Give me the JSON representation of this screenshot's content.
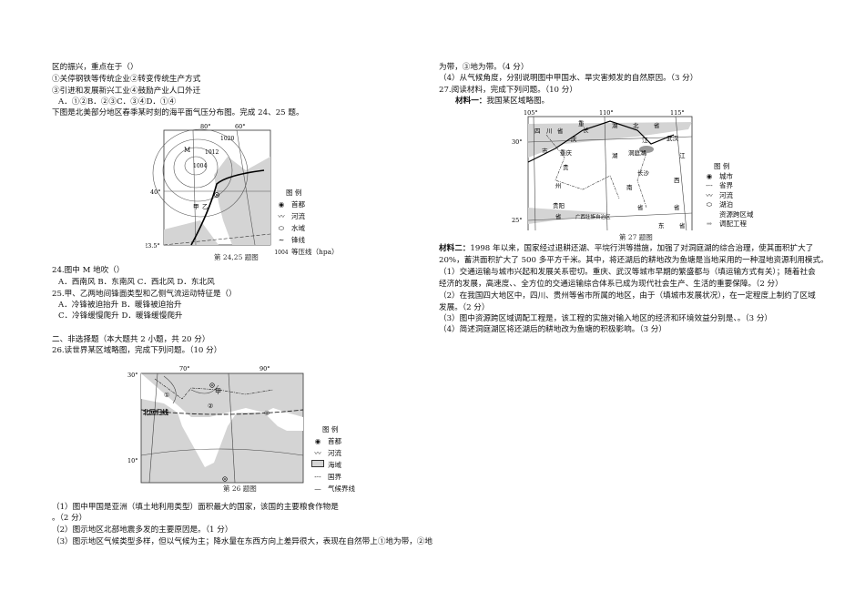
{
  "left": {
    "q23_stem_tail": "区的振兴，重点在于（）",
    "q23_opt1": "①关停钢铁等传统企业②转变传统生产方式",
    "q23_opt2": "③引进和发展新兴工业④鼓励产业人口外迁",
    "q23_choices": "A．①②B．②③C．③④D．①④",
    "intro_24_25": "下图是北美部分地区春季某时刻的海平面气压分布图。完成 24、25 题。",
    "map1": {
      "lon_labels": [
        "80°",
        "60°"
      ],
      "lat_labels": [
        "40°",
        "23.5°"
      ],
      "labels": [
        "M",
        "1012",
        "1020",
        "1004",
        "甲",
        "乙"
      ],
      "legend_title": "图 例",
      "legend": [
        "首都",
        "河流",
        "水域",
        "锋线",
        "等压线（hpa）"
      ],
      "legend_isobar_value": "1004",
      "caption": "第 24,25 题图"
    },
    "q24": "24.图中 M 地吹（）",
    "q24_choices": "A．西南风 B．东南风 C．西北风 D．东北风",
    "q25": "25.甲、乙两地间锋面类型和乙侧气流运动特征是（）",
    "q25_choices_1": "A．冷锋被迫抬升 B．暖锋被迫抬升",
    "q25_choices_2": "C．冷锋缓慢爬升 D．暖锋缓慢爬升",
    "section2": "二、非选择题（本大题共 2 小题，共 20 分）",
    "q26": "26.读世界某区域略图，完成下列问题。（10 分）",
    "map2": {
      "lon_labels": [
        "70°",
        "90°"
      ],
      "lat_labels": [
        "30°",
        "10°"
      ],
      "labels": [
        "①",
        "②",
        "③",
        "甲",
        "北回归线"
      ],
      "legend_title": "图 例",
      "legend": [
        "首都",
        "河流",
        "海域",
        "国界",
        "气候界线"
      ],
      "caption": "第 26 题图"
    },
    "q26_1": "（1）图中甲国是亚洲（填土地利用类型）面积最大的国家，该国的主要粮食作物是",
    "q26_1b": "。（2 分）",
    "q26_2": "（2）图示地区北部地震多发的主要原因是。（1 分）",
    "q26_3": "（3）图示地区气候类型多样，但以气候为主；降水量在东西方向上差异很大，表现在自然带上①地为带，②地"
  },
  "right": {
    "q26_3_tail": "为带，③地为带。（4 分）",
    "q26_4": "（4）从气候角度，分别说明图中甲国水、旱灾害频发的自然原因。（3 分）",
    "q27": "27.阅读材料，完成下列问题。（10 分）",
    "material1_label": "材料一：",
    "material1_text": "我国某区域略图。",
    "map3": {
      "lon_labels": [
        "105°",
        "110°",
        "115°"
      ],
      "lat_labels": [
        "30°",
        "25°"
      ],
      "labels": [
        "四",
        "川",
        "省",
        "重",
        "庆",
        "市",
        "重庆",
        "长",
        "江",
        "湖",
        "北",
        "省",
        "武汉",
        "湖",
        "洞庭湖",
        "长沙",
        "南",
        "省",
        "江",
        "西",
        "省",
        "贵",
        "州",
        "贵阳",
        "省",
        "广西壮族自治区",
        "东",
        "省"
      ],
      "legend_title": "图 例",
      "legend": [
        "城市",
        "省界",
        "河流",
        "湖泊",
        "资源跨区域",
        "调配工程"
      ],
      "caption": "第 27 题图"
    },
    "material2_label": "材料二：",
    "material2_text1": "1998 年以来，国家经过退耕还湖、平垸行洪等措施，加强了对洞庭湖的综合治理，使其面积扩大了",
    "material2_text2": "20%，蓄洪面积扩大了 500 多平方千米。其中，将还湖后的耕地改为鱼塘是当地采用的一种湿地资源利用模式。",
    "q27_1a": "（1）交通运输与城市兴起和发展关系密切。重庆、武汉等城市早期的繁盛都与（填运输方式有关）；随着社会",
    "q27_1b": "经济的发展，高速度、、全方位的交通运输综合体系已成为现代社会生产、生活的重要保障。（2 分）",
    "q27_2a": "（2）在我国四大地区中，四川、贵州等省市所属的地区，由于（填城市发展状况），在一定程度上制约了区域",
    "q27_2b": "发展。（2 分）",
    "q27_3": "（3）图中资源跨区域调配工程是，该工程的实施对输入地区的经济和环境效益分别是、。（3 分）",
    "q27_4": "（4）简述洞庭湖区将还湖后的耕地改为鱼塘的积极影响。（3 分）"
  },
  "colors": {
    "text": "#111111",
    "map_fill": "#d4d4d4",
    "map_line": "#333333"
  }
}
